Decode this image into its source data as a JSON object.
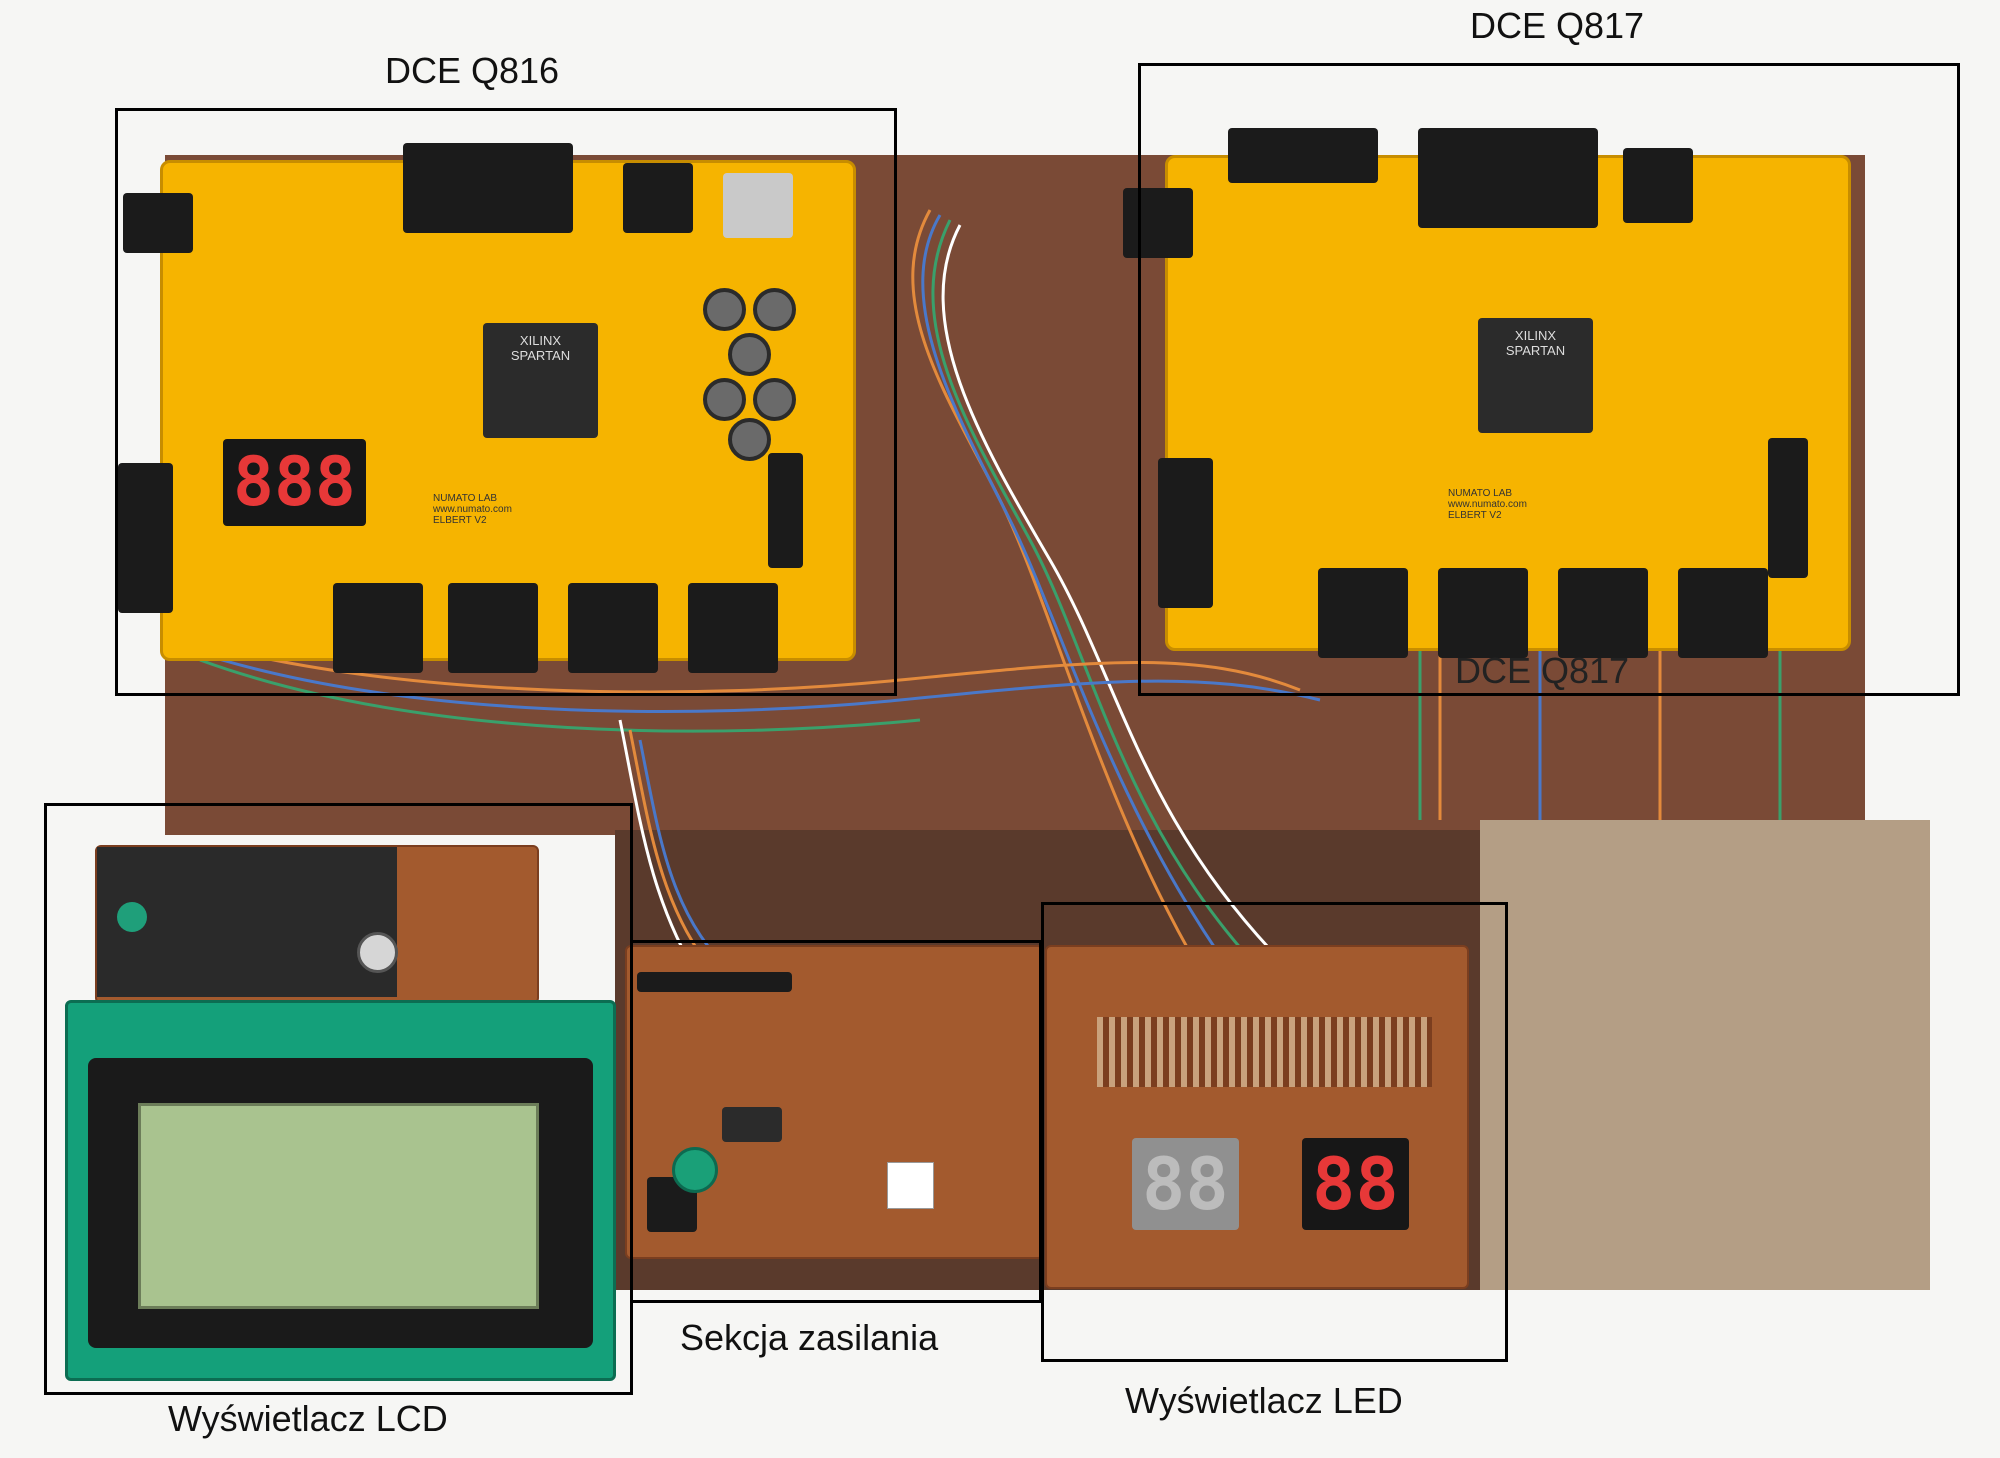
{
  "labels": {
    "board_left": "DCE Q816",
    "board_right": "DCE Q817",
    "board_right_overlay": "DCE Q817",
    "lcd": "Wyświetlacz LCD",
    "power": "Sekcja zasilania",
    "led": "Wyświetlacz LED"
  },
  "segments": {
    "left_board": "888",
    "led_gray": "88",
    "led_black": "88"
  },
  "board_text": {
    "left_brand": "NUMATO LAB\nwww.numato.com\nELBERT V2",
    "right_brand": "NUMATO LAB\nwww.numato.com\nELBERT V2",
    "chip_left": "XILINX\nSPARTAN",
    "chip_right": "XILINX\nSPARTAN"
  }
}
